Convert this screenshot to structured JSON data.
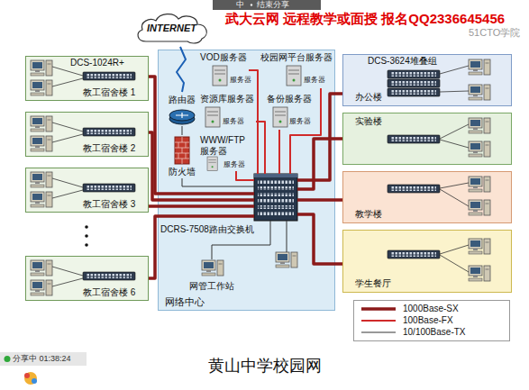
{
  "diagram": {
    "title": "黄山中学校园网",
    "nodes": [
      {
        "text": [
          "INTERNET"
        ]
      },
      {
        "text": [
          "DCS-1024R+",
          "教工宿舍楼 1"
        ]
      },
      {
        "text": [
          "教工宿舍楼 2"
        ]
      },
      {
        "text": [
          "教工宿舍楼 3"
        ]
      },
      {
        "text": [
          "教工宿舍楼 6"
        ]
      },
      {
        "text": [
          "网络中心"
        ]
      },
      {
        "text": [
          "路由器"
        ],
        "in": 5
      },
      {
        "text": [
          "防火墙"
        ],
        "in": 5
      },
      {
        "text": [
          "VOD服务器"
        ],
        "in": 5
      },
      {
        "text": [
          "校园网平台服务器"
        ],
        "in": 5
      },
      {
        "text": [
          "资源库服务器"
        ],
        "in": 5
      },
      {
        "text": [
          "备份服务器"
        ],
        "in": 5
      },
      {
        "text": [
          "WWW/FTP 服务器"
        ],
        "in": 5
      },
      {
        "text": [
          "DCRS-7508路由交换机"
        ],
        "in": 5
      },
      {
        "text": [
          "网管工作站"
        ],
        "in": 5
      },
      {
        "text": [
          "DCS-3624堆叠组",
          "办公楼"
        ]
      },
      {
        "text": [
          "实验楼"
        ]
      },
      {
        "text": [
          "教学楼"
        ]
      },
      {
        "text": [
          "学生餐厅"
        ]
      }
    ],
    "edges": [
      {
        "from": 0,
        "to": 6,
        "arrow": "none"
      },
      {
        "from": 6,
        "to": 7,
        "arrow": "none"
      },
      {
        "from": 7,
        "to": 13,
        "arrow": "none"
      },
      {
        "from": 13,
        "to": 8,
        "arrow": "none"
      },
      {
        "from": 13,
        "to": 9,
        "arrow": "none"
      },
      {
        "from": 13,
        "to": 10,
        "arrow": "none"
      },
      {
        "from": 13,
        "to": 11,
        "arrow": "none"
      },
      {
        "from": 13,
        "to": 12,
        "arrow": "none"
      },
      {
        "from": 13,
        "to": 1,
        "arrow": "none"
      },
      {
        "from": 13,
        "to": 2,
        "arrow": "none"
      },
      {
        "from": 13,
        "to": 3,
        "arrow": "none"
      },
      {
        "from": 13,
        "to": 4,
        "arrow": "none"
      },
      {
        "from": 13,
        "to": 15,
        "arrow": "none"
      },
      {
        "from": 13,
        "to": 16,
        "arrow": "none"
      },
      {
        "from": 13,
        "to": 17,
        "arrow": "none"
      },
      {
        "from": 13,
        "to": 18,
        "arrow": "none"
      },
      {
        "from": 13,
        "to": 14,
        "arrow": "none"
      }
    ],
    "labels": [
      "武大云网 远程教学或面授 报名QQ2336645456",
      "51CTO学院",
      "中",
      "结束分享",
      "服务器",
      "服务器",
      "服务器",
      "服务器",
      "服务器",
      "分享中 01:38:24"
    ],
    "legend": [
      {
        "text": "1000Base-SX"
      },
      {
        "text": "100Base-FX"
      },
      {
        "text": "10/100Base-TX"
      }
    ]
  }
}
